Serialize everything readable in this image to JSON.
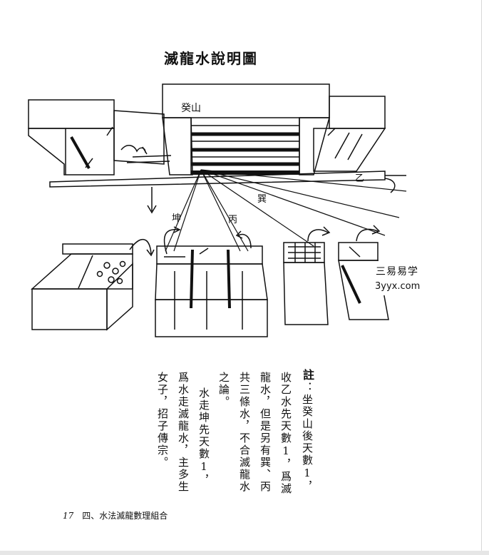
{
  "title": "滅龍水說明圖",
  "diagram_labels": {
    "mountain": "癸山",
    "kun": "坤",
    "bing": "丙",
    "xun": "巽",
    "yi": "乙"
  },
  "note": {
    "col1_head": "註",
    "col1_rest": "：坐癸山後天數1，",
    "col2": "收乙水先天數1，爲滅",
    "col3": "龍水，但是另有巽、丙",
    "col4": "共三條水，不合滅龍水",
    "col5": "之論。",
    "col6": "水走坤先天數1，",
    "col7": "爲水走滅龍水，主多生",
    "col8": "女子，招子傳宗。"
  },
  "watermark": {
    "line1": "三易易学",
    "line2": "3yyx.com"
  },
  "footer": {
    "page_number": "17",
    "chapter": "四、水法滅龍數理組合"
  }
}
